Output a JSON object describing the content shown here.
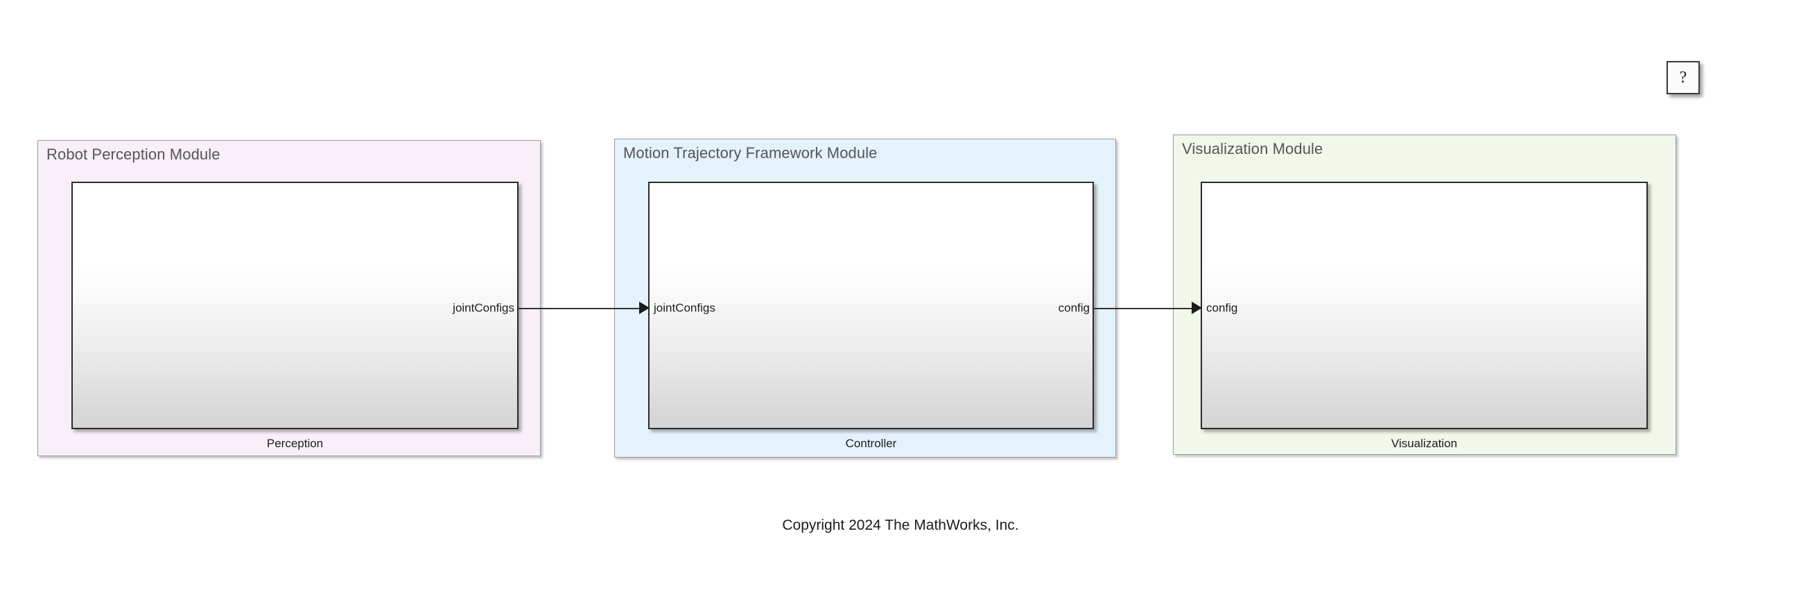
{
  "diagram": {
    "title_bar_absent": true,
    "background_color": "#ffffff",
    "copyright": "Copyright 2024 The MathWorks, Inc."
  },
  "help_button": {
    "glyph": "?",
    "name": "help-button"
  },
  "areas": [
    {
      "id": "robot-perception-module",
      "title": "Robot Perception Module",
      "color": "#f8eff8",
      "border_color": "#9a9a9a",
      "block": {
        "id": "perception-block",
        "label": "Perception",
        "output_port": "jointConfigs"
      }
    },
    {
      "id": "motion-trajectory-framework-module",
      "title": "Motion Trajectory Framework Module",
      "color": "#e4f2fb",
      "border_color": "#9a9a9a",
      "block": {
        "id": "controller-block",
        "label": "Controller",
        "input_port": "jointConfigs",
        "output_port": "config"
      }
    },
    {
      "id": "visualization-module",
      "title": "Visualization Module",
      "color": "#f1f7e9",
      "border_color": "#9a9a9a",
      "block": {
        "id": "visualization-block",
        "label": "Visualization",
        "input_port": "config"
      }
    }
  ],
  "signals": [
    {
      "id": "signal-jointconfigs",
      "name": "jointConfigs",
      "source_label": "jointConfigs",
      "target_label": "jointConfigs",
      "from": "Perception",
      "to": "Controller"
    },
    {
      "id": "signal-config",
      "name": "config",
      "source_label": "config",
      "target_label": "config",
      "from": "Controller",
      "to": "Visualization"
    }
  ]
}
